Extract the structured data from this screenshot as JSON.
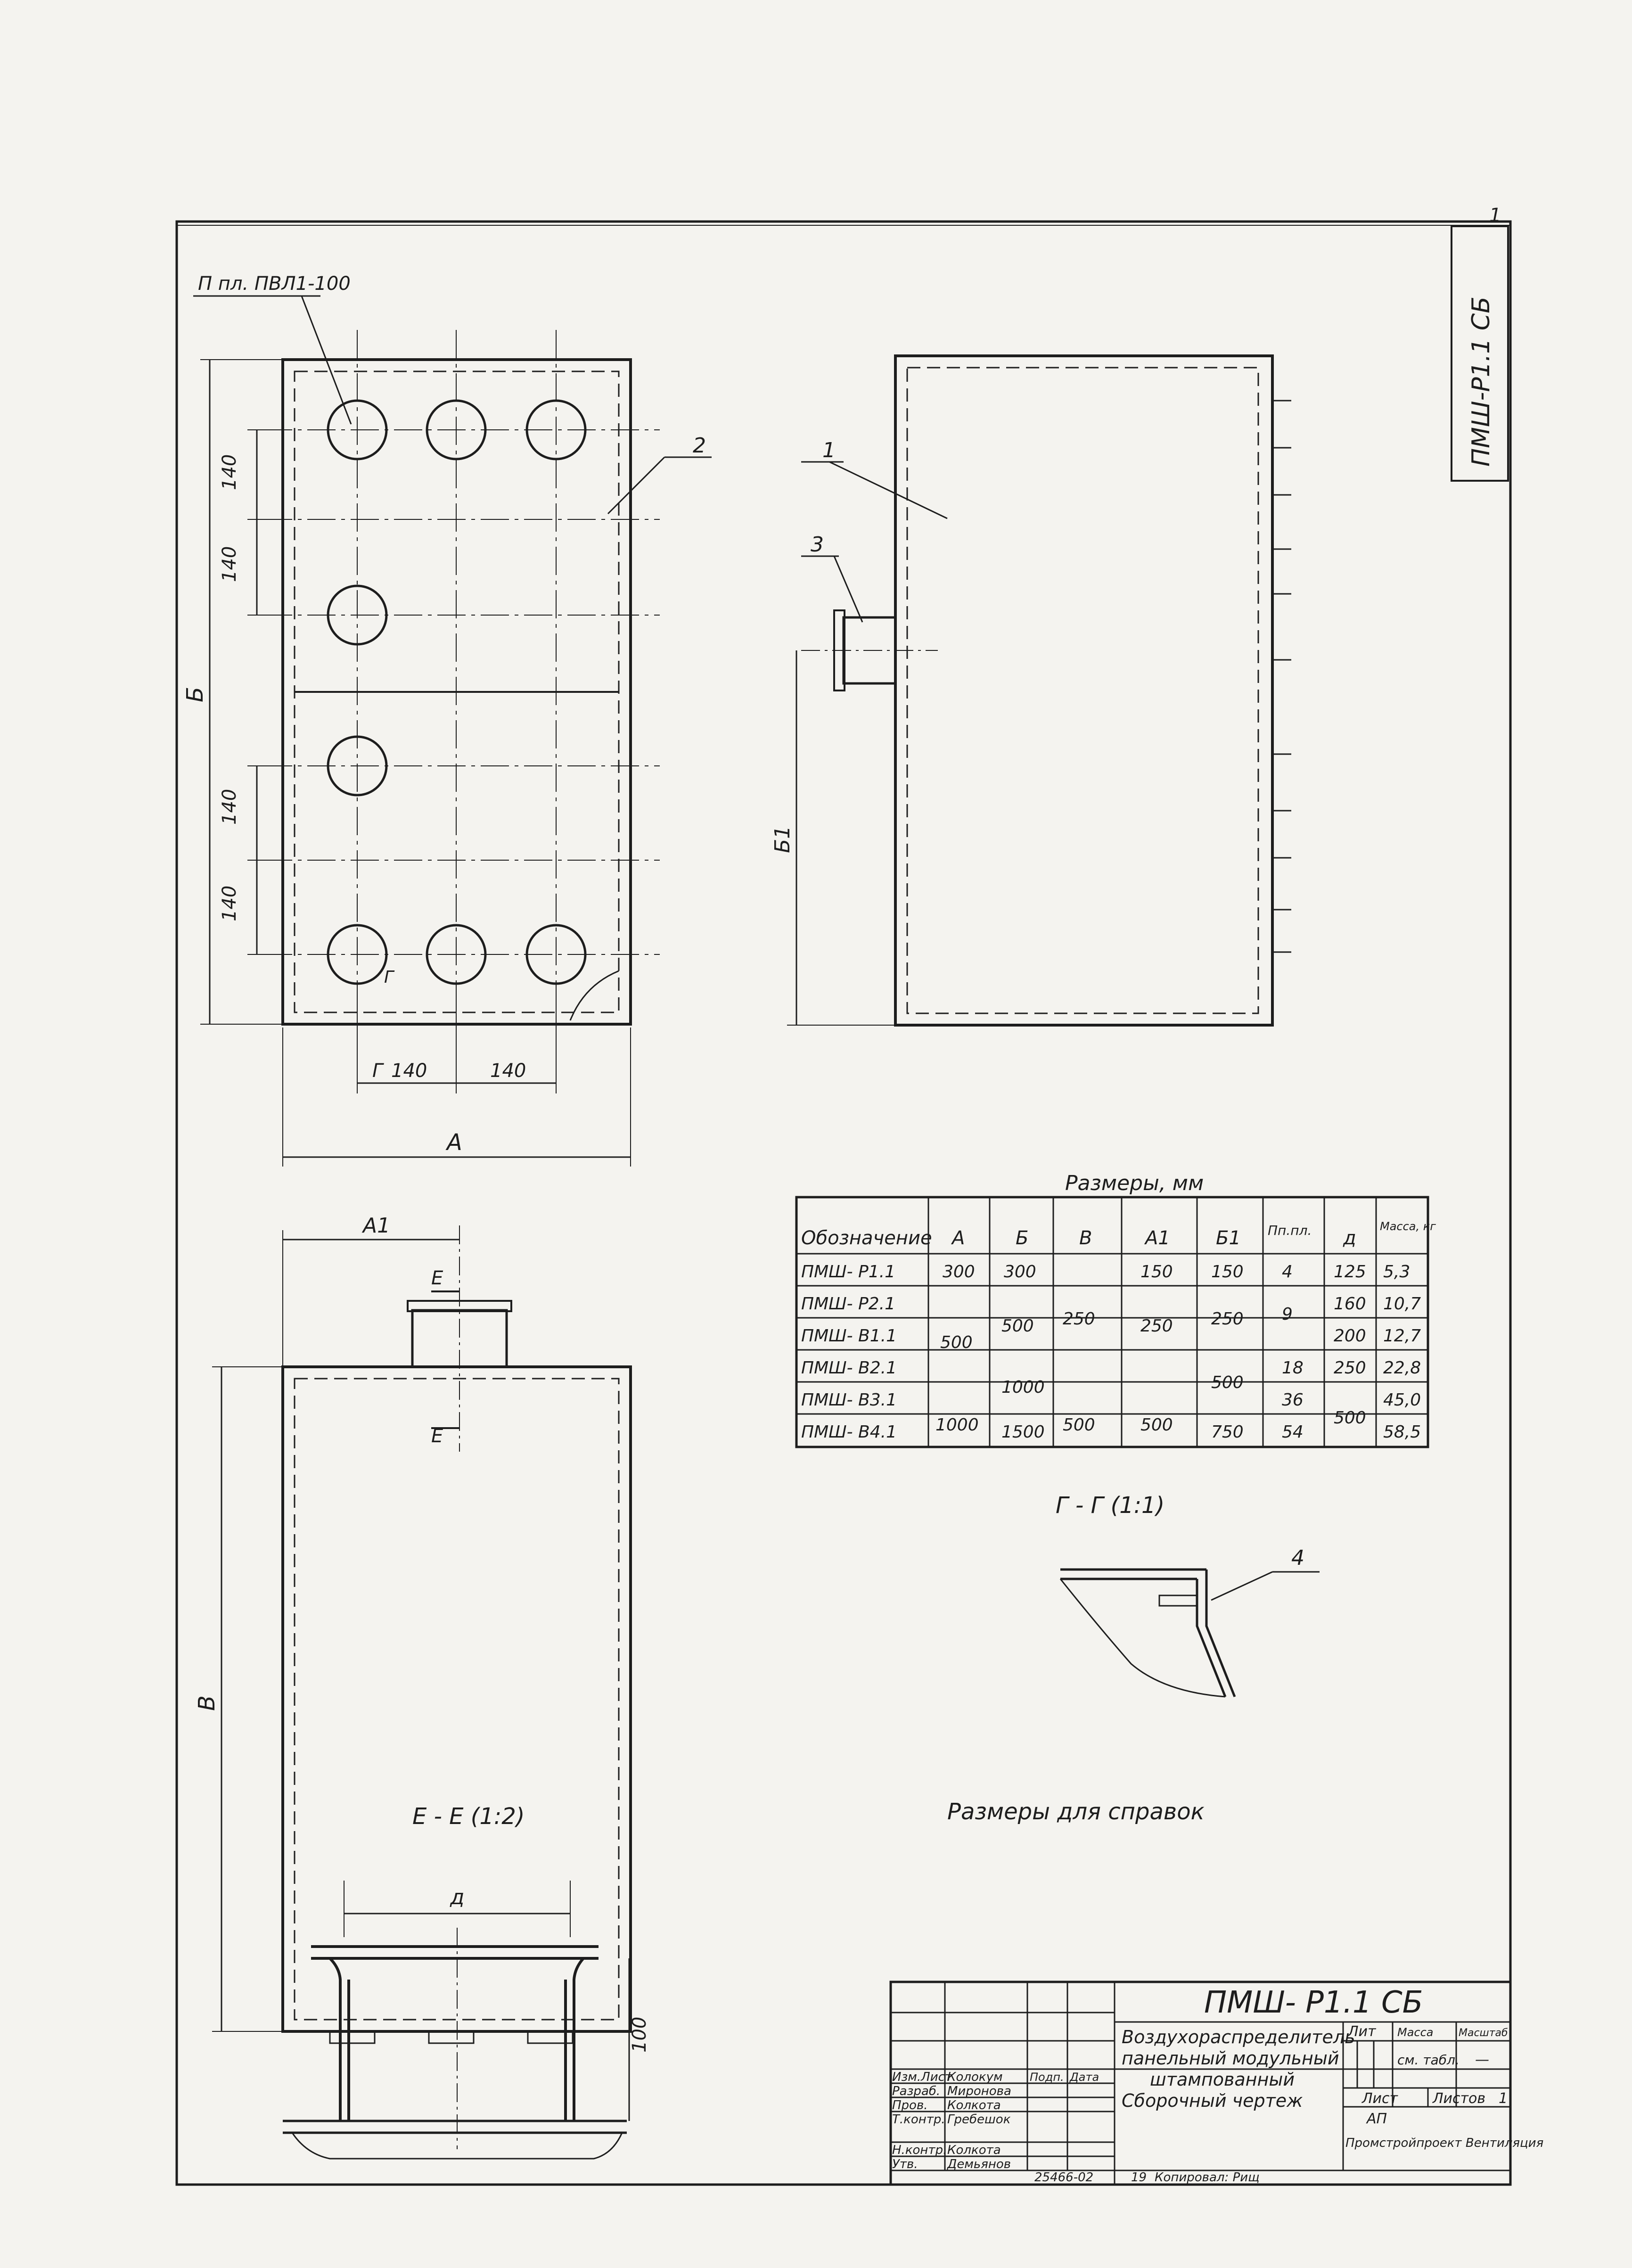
{
  "sheet": {
    "code_corner": "ПМШ-Р1.1 СБ",
    "corner_mark": "1"
  },
  "plan_view": {
    "callout": "П пл. ПВЛ1-100",
    "spacing_v": [
      "140",
      "140",
      "140",
      "140"
    ],
    "spacing_h": [
      "140",
      "140"
    ],
    "dim_width": "А",
    "dim_height": "Б",
    "section_mark": "Г",
    "part_label": "2"
  },
  "side_view": {
    "part_body": "1",
    "part_nozzle": "3",
    "dim_height": "Б1"
  },
  "front_view": {
    "dim_offset": "А1",
    "section_mark": "Е",
    "dim_height": "В"
  },
  "section_ee": {
    "title": "Е - Е (1:2)",
    "dim_diameter": "д",
    "dim_height": "100"
  },
  "section_gg": {
    "title": "Г - Г (1:1)",
    "part_label": "4"
  },
  "dims_table": {
    "caption": "Размеры, мм",
    "headers": [
      "Обозначение",
      "А",
      "Б",
      "В",
      "А1",
      "Б1",
      "Пп.пл.",
      "д",
      "Масса, кг"
    ],
    "rows": [
      {
        "designation": "ПМШ- Р1.1",
        "A": "300",
        "B": "300",
        "V": "",
        "A1": "150",
        "B1": "150",
        "pp": "4",
        "d": "125",
        "mass": "5,3"
      },
      {
        "designation": "ПМШ- Р2.1",
        "A": "",
        "B": "",
        "V": "250",
        "A1": "250",
        "B1": "250",
        "pp": "9",
        "d": "160",
        "mass": "10,7"
      },
      {
        "designation": "ПМШ- В1.1",
        "A": "500",
        "B": "500",
        "V": "",
        "A1": "",
        "B1": "",
        "pp": "",
        "d": "200",
        "mass": "12,7"
      },
      {
        "designation": "ПМШ- В2.1",
        "A": "",
        "B": "",
        "V": "",
        "A1": "",
        "B1": "",
        "pp": "18",
        "d": "250",
        "mass": "22,8"
      },
      {
        "designation": "ПМШ- В3.1",
        "A": "1000",
        "B": "1000",
        "V": "500",
        "A1": "500",
        "B1": "500",
        "pp": "36",
        "d": "500",
        "mass": "45,0"
      },
      {
        "designation": "ПМШ- В4.1",
        "A": "",
        "B": "1500",
        "V": "",
        "A1": "",
        "B1": "750",
        "pp": "54",
        "d": "",
        "mass": "58,5"
      }
    ]
  },
  "reference_note": "Размеры для справок",
  "title_block": {
    "doc_code": "ПМШ- Р1.1 СБ",
    "name_lines": [
      "Воздухораспределитель",
      "панельный модульный",
      "штампованный",
      "Сборочный чертеж"
    ],
    "col_lit": "Лит",
    "col_mass": "Масса",
    "col_scale": "Масштаб",
    "mass_value": "см. табл.",
    "scale_value": "—",
    "sheet_label": "Лист",
    "sheets_label": "Листов",
    "sheets_value": "1",
    "stage": "АП",
    "org": "Промстройпроект Вентиляция",
    "signatures": [
      {
        "role": "Изм.Лист",
        "name": "Колокум",
        "sign_label": "Подп.",
        "date_label": "Дата"
      },
      {
        "role": "Разраб.",
        "name": "Миронова",
        "sign_label": "",
        "date_label": ""
      },
      {
        "role": "Пров.",
        "name": "Колкота",
        "sign_label": "",
        "date_label": ""
      },
      {
        "role": "Т.контр.",
        "name": "Гребешок",
        "sign_label": "",
        "date_label": ""
      },
      {
        "role": "Н.контр.",
        "name": "Колкота",
        "sign_label": "",
        "date_label": ""
      },
      {
        "role": "Утв.",
        "name": "Демьянов",
        "sign_label": "",
        "date_label": ""
      }
    ],
    "bottom_code": "25466-02",
    "bottom_num": "19",
    "bottom_copied": "Копировал: Рищ"
  }
}
